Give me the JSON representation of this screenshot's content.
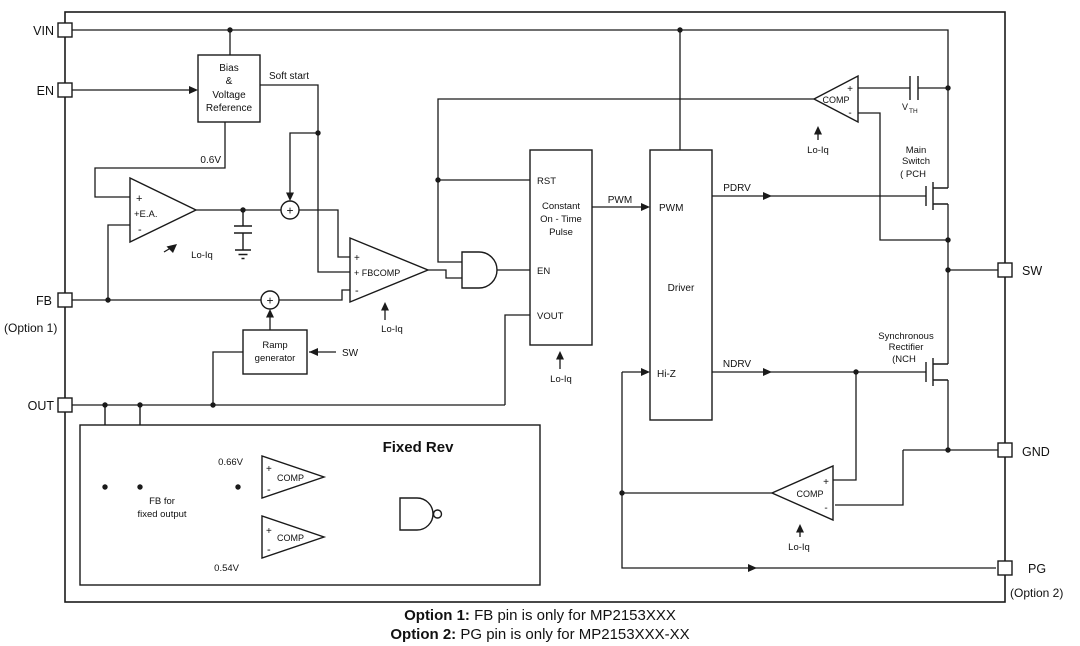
{
  "pins": {
    "vin": "VIN",
    "en": "EN",
    "fb": "FB",
    "fb_note": "(Option 1)",
    "out": "OUT",
    "sw": "SW",
    "gnd": "GND",
    "pg": "PG",
    "pg_note": "(Option 2)"
  },
  "bias_block": {
    "line1": "Bias",
    "line2": "&",
    "line3": "Voltage",
    "line4": "Reference"
  },
  "labels": {
    "soft_start": "Soft start",
    "vref": "0.6V",
    "sw_ramp": "SW",
    "pwm_signal": "PWM",
    "pdrv": "PDRV",
    "ndrv": "NDRV",
    "vth_v": "V",
    "vth_sub": "TH"
  },
  "ea": {
    "plus": "+",
    "name": "+E.A.",
    "minus": "-",
    "lo_iq": "Lo-Iq"
  },
  "sum1_sign": "+",
  "sum2_sign": "+",
  "fbcomp": {
    "plus": "+",
    "name": "+ FBCOMP",
    "minus": "-",
    "lo_iq": "Lo-Iq"
  },
  "ramp": {
    "line1": "Ramp",
    "line2": "generator"
  },
  "cot": {
    "rst": "RST",
    "line1": "Constant",
    "line2": "On - Time",
    "line3": "Pulse",
    "en": "EN",
    "vout": "VOUT",
    "lo_iq": "Lo-Iq"
  },
  "driver": {
    "pwm": "PWM",
    "name": "Driver",
    "hiz": "Hi-Z"
  },
  "comp_top": {
    "name": "COMP",
    "plus": "+",
    "minus": "-",
    "lo_iq": "Lo-Iq"
  },
  "main_switch": {
    "line1": "Main",
    "line2": "Switch",
    "line3": "( PCH"
  },
  "sync_rect": {
    "line1": "Synchronous",
    "line2": "Rectifier",
    "line3": "(NCH"
  },
  "comp_bot": {
    "name": "COMP",
    "plus": "+",
    "minus": "-",
    "lo_iq": "Lo-Iq"
  },
  "fixed": {
    "title": "Fixed Rev",
    "vref_high": "0.66V",
    "vref_low": "0.54V",
    "fb_line1": "FB for",
    "fb_line2": "fixed output",
    "comp1_name": "COMP",
    "comp1_plus": "+",
    "comp1_minus": "-",
    "comp2_name": "COMP",
    "comp2_plus": "+",
    "comp2_minus": "-"
  },
  "captions": {
    "opt1_label": "Option 1:",
    "opt1_text": " FB pin is only for MP2153XXX",
    "opt2_label": "Option 2:",
    "opt2_text": " PG pin is only for MP2153XXX-XX"
  }
}
